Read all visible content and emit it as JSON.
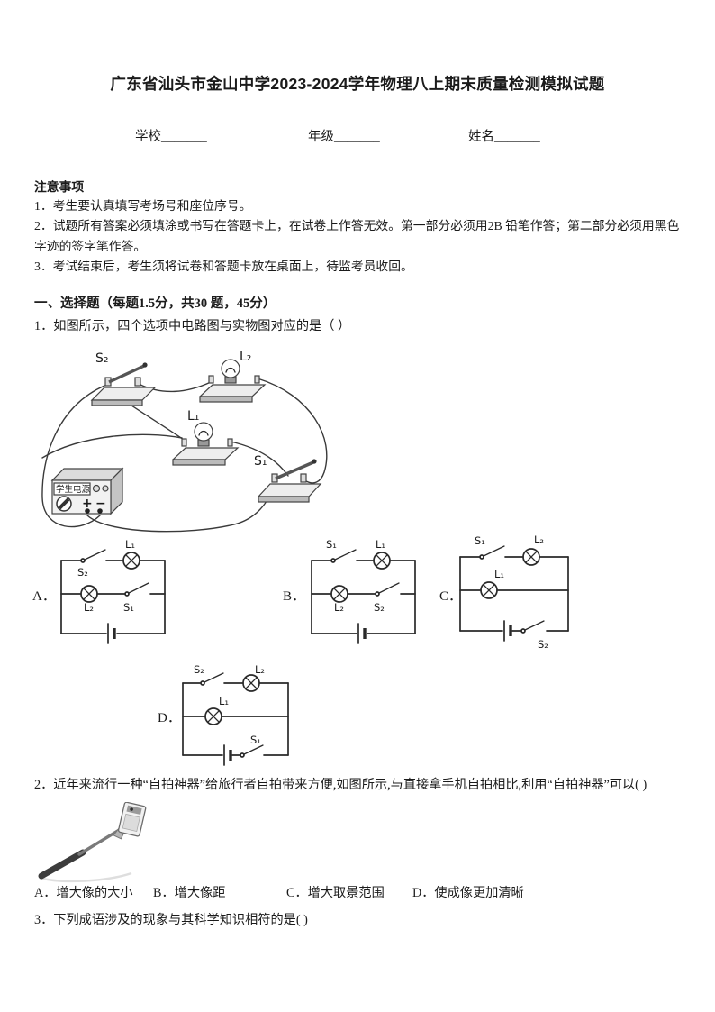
{
  "doc": {
    "title": "广东省汕头市金山中学2023-2024学年物理八上期末质量检测模拟试题",
    "fields": {
      "school": "学校_______",
      "grade": "年级_______",
      "name": "姓名_______"
    },
    "notice": {
      "heading": "注意事项",
      "items": [
        "1．考生要认真填写考场号和座位序号。",
        "2．试题所有答案必须填涂或书写在答题卡上，在试卷上作答无效。第一部分必须用2B 铅笔作答；第二部分必须用黑色字迹的签字笔作答。",
        "3．考试结束后，考生须将试卷和答题卡放在桌面上，待监考员收回。"
      ]
    },
    "section1_heading": "一、选择题（每题1.5分，共30 题，45分）",
    "q1": {
      "text": "1．如图所示，四个选项中电路图与实物图对应的是（      ）",
      "figure": {
        "s2": "S₂",
        "l2": "L₂",
        "l1": "L₁",
        "s1": "S₁",
        "power": "学生电源",
        "plus": "+",
        "minus": "−"
      },
      "options": [
        {
          "key": "A．",
          "sw_top": "S₂",
          "bulb_top": "L₁",
          "bulb_mid": "L₂",
          "sw_mid": "S₁"
        },
        {
          "key": "B．",
          "sw_top": "S₁",
          "bulb_top": "L₁",
          "bulb_mid": "L₂",
          "sw_mid": "S₂"
        },
        {
          "key": "C．",
          "sw_top": "S₁",
          "bulb_top": "L₂",
          "bulb_mid": "L₁",
          "sw_bottom": "S₂"
        },
        {
          "key": "D．",
          "sw_top": "S₂",
          "bulb_top": "L₂",
          "bulb_mid": "L₁",
          "sw_bottom": "S₁"
        }
      ]
    },
    "q2": {
      "text": "2．近年来流行一种“自拍神器”给旅行者自拍带来方便,如图所示,与直接拿手机自拍相比,利用“自拍神器”可以(  )",
      "options": [
        "A．增大像的大小",
        "B．增大像距",
        "C．增大取景范围",
        "D．使成像更加清晰"
      ]
    },
    "q3": {
      "text": "3．下列成语涉及的现象与其科学知识相符的是(  )"
    }
  }
}
